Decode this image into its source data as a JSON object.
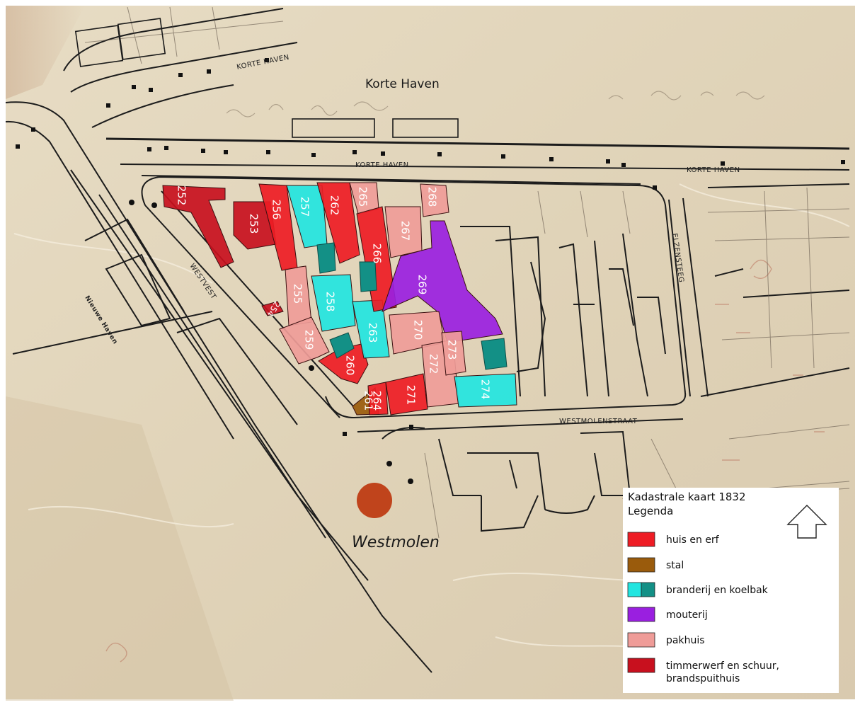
{
  "map": {
    "title_line1": "Kadastrale kaart 1832",
    "title_line2": "Legenda",
    "water_label": "Korte Haven",
    "mill_label": "Westmolen",
    "streets": {
      "korte_haven_top": "KORTE HAVEN",
      "korte_haven_mid": "KORTE HAVEN",
      "korte_haven_right": "KORTE HAVEN",
      "westvest": "WESTVEST",
      "elzensteeg": "ELZENSTEEG",
      "westmolenstraat": "WESTMOLENSTRAAT",
      "nieuwe_haven": "Nieuwe Haven"
    },
    "colors": {
      "huis": "#ee1c24",
      "stal": "#9a5b0c",
      "branderij": "#22e5e0",
      "koelbak": "#139086",
      "mouterij": "#9a1fe0",
      "pakhuis": "#ef9c98",
      "timmerwerf": "#c8101e",
      "mill": "#c0441c",
      "paper": "#e3d6bd"
    },
    "parcels": [
      {
        "num": "252",
        "cat": "timmerwerf"
      },
      {
        "num": "253",
        "cat": "timmerwerf"
      },
      {
        "num": "254",
        "cat": "timmerwerf"
      },
      {
        "num": "255",
        "cat": "pakhuis"
      },
      {
        "num": "256",
        "cat": "huis"
      },
      {
        "num": "257",
        "cat": "branderij"
      },
      {
        "num": "258",
        "cat": "branderij"
      },
      {
        "num": "259",
        "cat": "pakhuis"
      },
      {
        "num": "260",
        "cat": "huis"
      },
      {
        "num": "261",
        "cat": "stal"
      },
      {
        "num": "262",
        "cat": "huis"
      },
      {
        "num": "263",
        "cat": "branderij"
      },
      {
        "num": "264",
        "cat": "huis"
      },
      {
        "num": "265",
        "cat": "pakhuis"
      },
      {
        "num": "266",
        "cat": "huis"
      },
      {
        "num": "267",
        "cat": "pakhuis"
      },
      {
        "num": "268",
        "cat": "pakhuis"
      },
      {
        "num": "269",
        "cat": "mouterij"
      },
      {
        "num": "270",
        "cat": "pakhuis"
      },
      {
        "num": "271",
        "cat": "huis"
      },
      {
        "num": "272",
        "cat": "pakhuis"
      },
      {
        "num": "273",
        "cat": "pakhuis"
      },
      {
        "num": "274",
        "cat": "branderij"
      }
    ]
  },
  "legend": {
    "items": [
      {
        "label": "huis en erf",
        "cat": "huis"
      },
      {
        "label": "stal",
        "cat": "stal"
      },
      {
        "label": "branderij en koelbak",
        "cat": "branderij"
      },
      {
        "label": "mouterij",
        "cat": "mouterij"
      },
      {
        "label": "pakhuis",
        "cat": "pakhuis"
      },
      {
        "label": "timmerwerf en schuur,",
        "label2": "brandspuithuis",
        "cat": "timmerwerf"
      }
    ]
  }
}
